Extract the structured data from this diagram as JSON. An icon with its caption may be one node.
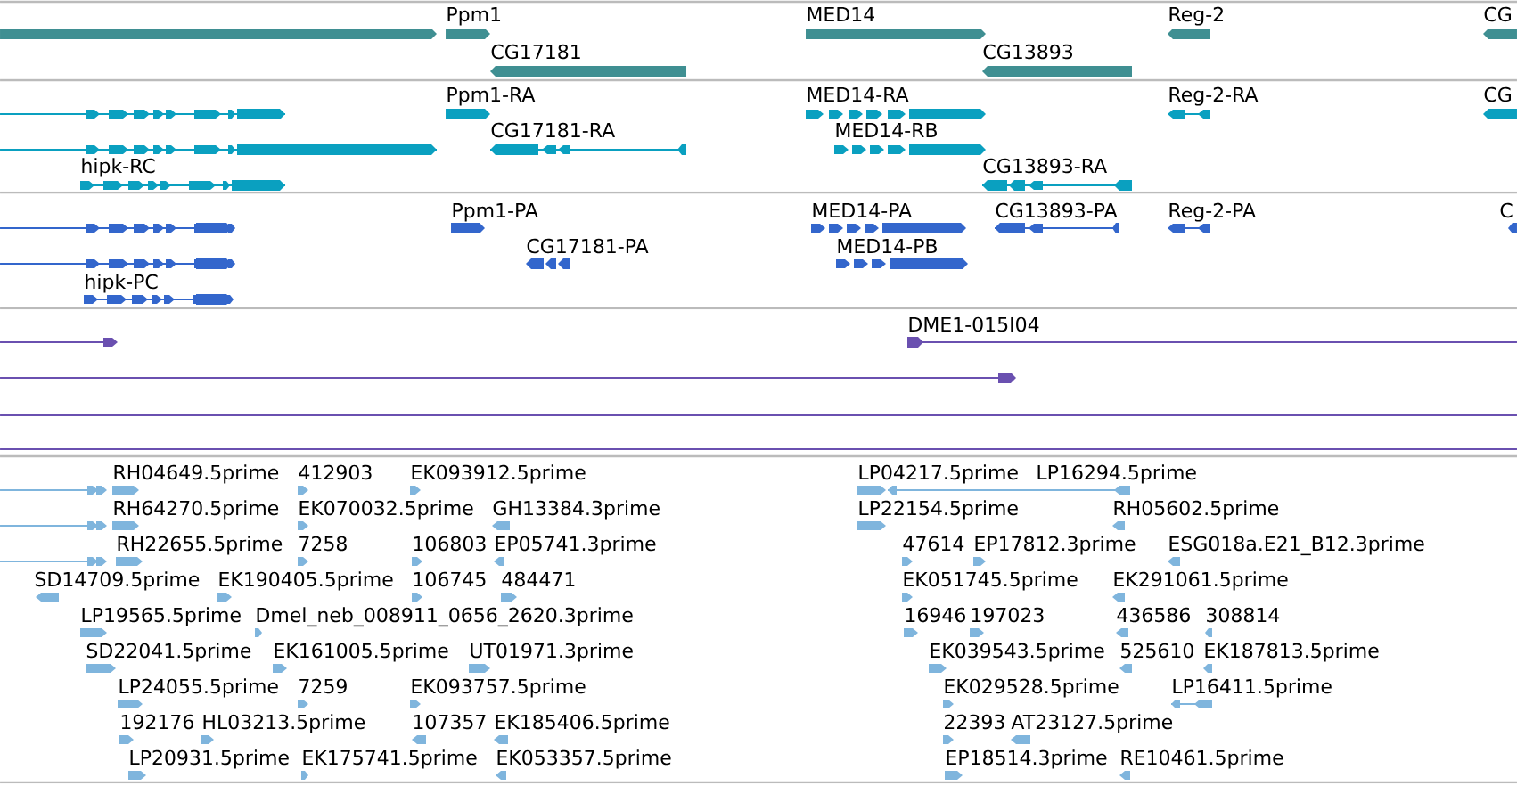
{
  "diagram": {
    "labels": [
      "Ppm1",
      "MED14",
      "Reg-2",
      "CG",
      "CG17181",
      "CG13893",
      "Ppm1-RA",
      "MED14-RA",
      "Reg-2-RA",
      "CG",
      "CG17181-RA",
      "MED14-RB",
      "hipk-RC",
      "CG13893-RA",
      "Ppm1-PA",
      "MED14-PA",
      "CG13893-PA",
      "Reg-2-PA",
      "C",
      "CG17181-PA",
      "MED14-PB",
      "hipk-PC",
      "DME1-015I04",
      "RH04649.5prime",
      "412903",
      "EK093912.5prime",
      "LP04217.5prime",
      "LP16294.5prime",
      "RH64270.5prime",
      "EK070032.5prime",
      "GH13384.3prime",
      "LP22154.5prime",
      "RH05602.5prime",
      "RH22655.5prime",
      "7258",
      "106803",
      "EP05741.3prime",
      "47614",
      "EP17812.3prime",
      "ESG018a.E21_B12.3prime",
      "SD14709.5prime",
      "EK190405.5prime",
      "106745",
      "484471",
      "EK051745.5prime",
      "EK291061.5prime",
      "LP19565.5prime",
      "Dmel_neb_008911_0656_2620.3prime",
      "16946",
      "197023",
      "436586",
      "308814",
      "SD22041.5prime",
      "EK161005.5prime",
      "UT01971.3prime",
      "EK039543.5prime",
      "525610",
      "EK187813.5prime",
      "LP24055.5prime",
      "7259",
      "EK093757.5prime",
      "EK029528.5prime",
      "LP16411.5prime",
      "192176",
      "HL03213.5prime",
      "107357",
      "EK185406.5prime",
      "22393",
      "AT23127.5prime",
      "LP20931.5prime",
      "EK175741.5prime",
      "EK053357.5prime",
      "EP18514.3prime",
      "RE10461.5prime"
    ]
  }
}
